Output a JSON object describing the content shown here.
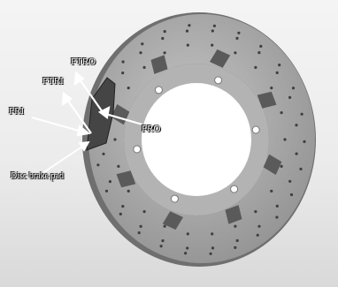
{
  "diagram": {
    "labels": {
      "f_ri": "FRI",
      "f_tri": "FTRI",
      "f_tro": "FTRO",
      "f_ro": "FRO",
      "pad": "Disc brake pad"
    }
  },
  "colors": {
    "disc": "#a8a8a8",
    "disc_edge": "#7b7b7b",
    "hole": "#3f3f3f",
    "pad": "#444444",
    "arrow": "#ffffff"
  }
}
